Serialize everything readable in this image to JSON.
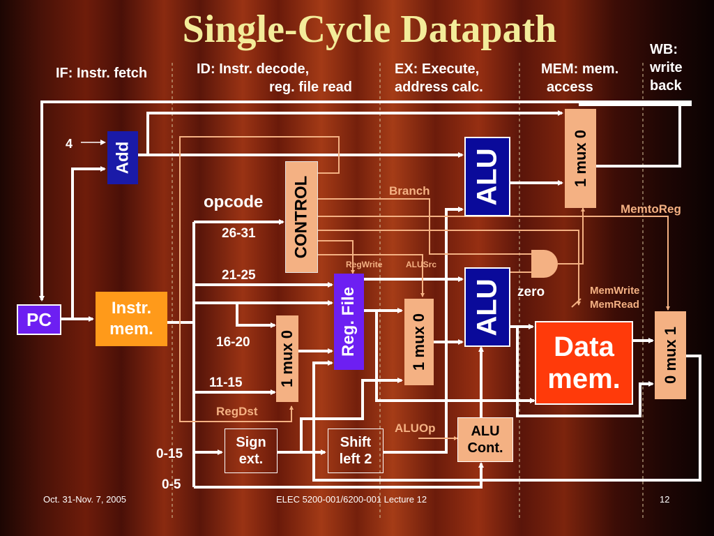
{
  "title": "Single-Cycle Datapath",
  "stages": {
    "if": "IF: Instr. fetch",
    "id_line1": "ID: Instr. decode,",
    "id_line2": "reg. file read",
    "ex_line1": "EX: Execute,",
    "ex_line2": "address calc.",
    "mem_line1": "MEM: mem.",
    "mem_line2": "access",
    "wb_line1": "WB:",
    "wb_line2": "write",
    "wb_line3": "back"
  },
  "blocks": {
    "pc": "PC",
    "add": "Add",
    "instr_mem_line1": "Instr.",
    "instr_mem_line2": "mem.",
    "control": "CONTROL",
    "reg_file": "Reg. File",
    "mux_regdst": "1 mux 0",
    "mux_alusrc": "1 mux 0",
    "alu_top": "ALU",
    "alu_main": "ALU",
    "mux_branch": "1 mux 0",
    "data_mem_line1": "Data",
    "data_mem_line2": "mem.",
    "mux_memtoreg": "0 mux 1",
    "sign_ext_line1": "Sign",
    "sign_ext_line2": "ext.",
    "shift_line1": "Shift",
    "shift_line2": "left 2",
    "alu_cont_line1": "ALU",
    "alu_cont_line2": "Cont."
  },
  "labels": {
    "four": "4",
    "opcode": "opcode",
    "bits_26_31": "26-31",
    "bits_21_25": "21-25",
    "bits_16_20": "16-20",
    "bits_11_15": "11-15",
    "bits_0_15": "0-15",
    "bits_0_5": "0-5",
    "zero": "zero"
  },
  "signals": {
    "branch": "Branch",
    "memtoreg": "MemtoReg",
    "regwrite": "RegWrite",
    "alusrc": "ALUSrc",
    "memwrite": "MemWrite",
    "memread": "MemRead",
    "regdst": "RegDst",
    "aluop": "ALUOp"
  },
  "footer": {
    "left": "Oct. 31-Nov. 7, 2005",
    "center": "ELEC 5200-001/6200-001 Lecture 12",
    "page": "12"
  },
  "colors": {
    "title": "#f3ec9a",
    "pc": "#6d1ff2",
    "add": "#1a1aa8",
    "instr_mem": "#ff9a1a",
    "tan": "#f4b183",
    "reg_file": "#6d1ff2",
    "alu": "#0a0a9a",
    "data_mem": "#ff3a0a",
    "signal_text": "#f4b183"
  }
}
